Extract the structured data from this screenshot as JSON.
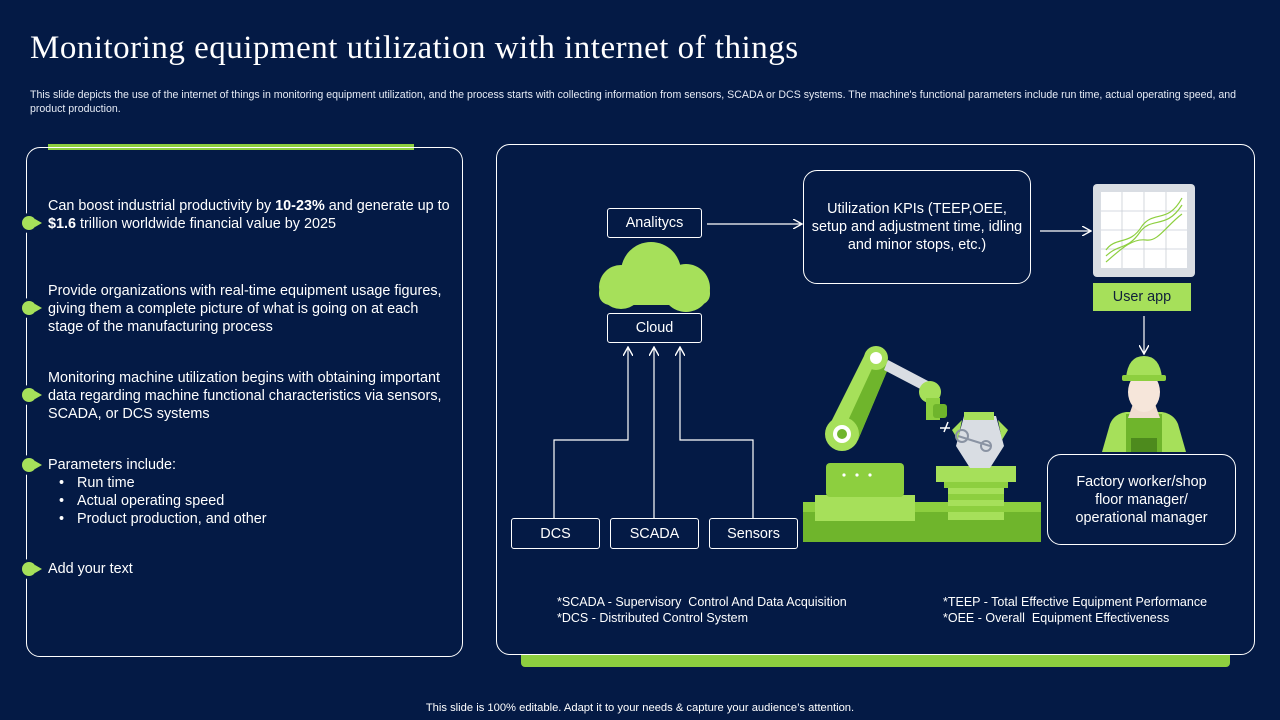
{
  "title": "Monitoring equipment utilization with internet of things",
  "subtitle": "This slide depicts the use of the internet of things in monitoring equipment utilization, and the process starts with collecting information from sensors, SCADA or DCS systems. The machine's functional parameters include run time, actual operating speed, and product production.",
  "left": {
    "b1_pre": "Can boost industrial productivity by ",
    "b1_bold1": "10-23%",
    "b1_mid": " and generate up to ",
    "b1_bold2": "$1.6",
    "b1_post": " trillion worldwide financial value by 2025",
    "b2": "Provide organizations with real-time equipment usage figures, giving them a complete picture of what is going on at each stage of the manufacturing process",
    "b3": "Monitoring machine utilization begins with obtaining important data regarding machine functional characteristics via sensors, SCADA, or DCS systems",
    "b4": "Parameters include:",
    "params": [
      "Run time",
      "Actual operating speed",
      "Product production, and other"
    ],
    "b5": "Add your text"
  },
  "diagram": {
    "analytics": "Analitycs",
    "cloud": "Cloud",
    "dcs": "DCS",
    "scada": "SCADA",
    "sensors": "Sensors",
    "kpis": "Utilization KPIs (TEEP,OEE, setup and adjustment time, idling and minor stops, etc.)",
    "user_app": "User app",
    "worker": "Factory worker/shop floor manager/ operational manager"
  },
  "footnotes": {
    "left": "*SCADA - Supervisory  Control And Data Acquisition\n*DCS - Distributed Control System",
    "right": "*TEEP - Total Effective Equipment Performance\n*OEE - Overall  Equipment Effectiveness"
  },
  "bottom_note": "This slide is 100% editable. Adapt it to your needs & capture your audience’s attention.",
  "colors": {
    "background": "#041a45",
    "accent": "#a6e05a",
    "accent_dark": "#6fb52c"
  }
}
